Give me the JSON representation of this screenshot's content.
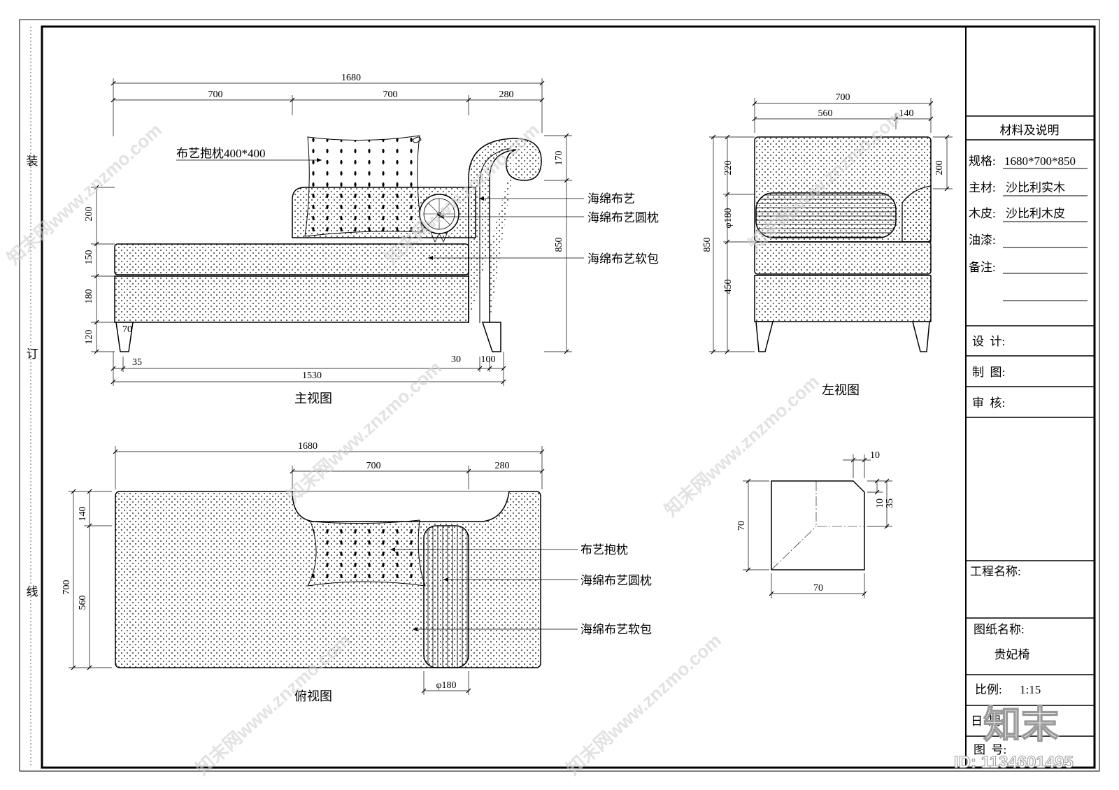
{
  "binding_margin": {
    "label_top": "装",
    "label_middle": "订",
    "label_bottom": "线"
  },
  "front_view": {
    "title": "主视图",
    "dims": {
      "total_width": "1680",
      "seg_1": "700",
      "seg_2": "700",
      "seg_3": "280",
      "height_200": "200",
      "height_150": "150",
      "height_180": "180",
      "height_120": "120",
      "arm_top_170": "170",
      "overall_height": "850",
      "leg_70": "70",
      "leg_35": "35",
      "leg_30": "30",
      "leg_100": "100",
      "base_1530": "1530"
    },
    "callouts": {
      "pillow": "布艺抱枕400*400",
      "sponge_fabric": "海绵布艺",
      "round_pillow": "海绵布艺圆枕",
      "soft_pack": "海绵布艺软包"
    }
  },
  "side_view": {
    "title": "左视图",
    "dims": {
      "width_700": "700",
      "seg_560": "560",
      "seg_140": "140",
      "h_220": "220",
      "h_phi180": "φ180",
      "h_450": "450",
      "overall_850": "850",
      "right_200": "200"
    }
  },
  "top_view": {
    "title": "俯视图",
    "dims": {
      "total_1680": "1680",
      "seg_700": "700",
      "seg_280": "280",
      "depth_700": "700",
      "d_140": "140",
      "d_560": "560",
      "phi180": "φ180"
    },
    "callouts": {
      "pillow": "布艺抱枕",
      "round_pillow": "海绵布艺圆枕",
      "soft_pack": "海绵布艺软包"
    }
  },
  "leg_section": {
    "dims": {
      "top_10": "10",
      "right_10": "10",
      "right_35": "35",
      "left_70": "70",
      "bottom_70": "70"
    }
  },
  "title_block": {
    "materials_header": "材料及说明",
    "spec_label": "规格:",
    "spec_value": "1680*700*850",
    "main_material_label": "主材:",
    "main_material_value": "沙比利实木",
    "veneer_label": "木皮:",
    "veneer_value": "沙比利木皮",
    "paint_label": "油漆:",
    "remarks_label": "备注:",
    "design_label": "设  计:",
    "drafting_label": "制  图:",
    "review_label": "审  核:",
    "project_name_label": "工程名称:",
    "drawing_name_label": "图纸名称:",
    "drawing_name_value": "贵妃椅",
    "scale_label": "比例:",
    "scale_value": "1:15",
    "date_label": "日  期:",
    "drawing_no_label": "图  号:"
  },
  "watermark": {
    "text": "知末网www.znzmo.com",
    "logo_text": "知末",
    "id_text": "ID: 1134601495"
  }
}
